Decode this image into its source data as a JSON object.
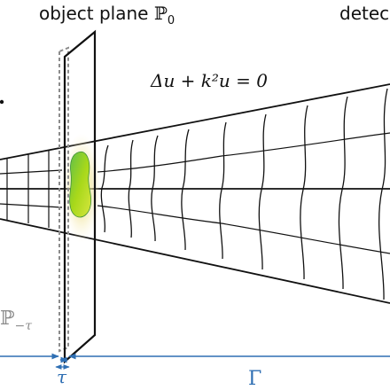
{
  "labels": {
    "object_plane_text": "object plane ",
    "object_plane_symbol": "ℙ",
    "object_plane_sub": "0",
    "detector_text": "detec",
    "equation": "Δu + k²u = 0",
    "shifted_plane_symbol": "ℙ",
    "shifted_plane_sub": "−τ",
    "tau": "τ",
    "gamma": "Γ"
  },
  "colors": {
    "ink": "#111111",
    "dimension_line": "#2f6fb3",
    "dashed_plane": "#8c8c8c",
    "object_core": "#9fd400",
    "object_halo": "#f4e38a",
    "object_inner": "#37a35a"
  }
}
